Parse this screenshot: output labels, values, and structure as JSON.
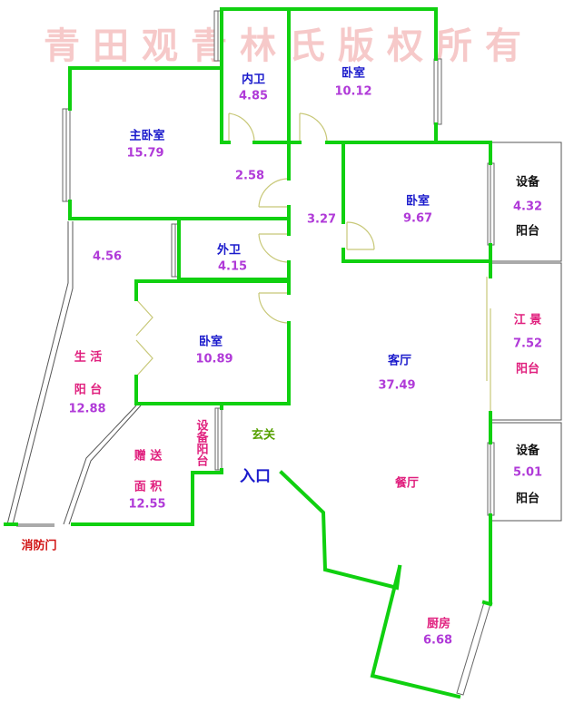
{
  "watermark": "青田观青林氏版权所有",
  "colors": {
    "wall": "#10d010",
    "name_blue": "#1a1acc",
    "area_purple": "#b03ad8",
    "pink": "#e0207e",
    "red": "#d01010",
    "green_text": "#55a000",
    "door": "#c8c878"
  },
  "rooms": {
    "inner_bath": {
      "name": "内卫",
      "area": "4.85"
    },
    "bedroom_ne": {
      "name": "卧室",
      "area": "10.12"
    },
    "master": {
      "name": "主卧室",
      "area": "15.79"
    },
    "corridor_a": {
      "area": "2.58"
    },
    "corridor_b": {
      "area": "3.27"
    },
    "bedroom_e": {
      "name": "卧室",
      "area": "9.67"
    },
    "equip_balcony_1": {
      "name": "设备",
      "area": "4.32",
      "suffix": "阳台"
    },
    "outer_bath": {
      "name": "外卫",
      "area": "4.15"
    },
    "area_456": {
      "area": "4.56"
    },
    "bedroom_c": {
      "name": "卧室",
      "area": "10.89"
    },
    "living_balcony": {
      "name": "生 活",
      "name2": "阳 台",
      "area": "12.88"
    },
    "living": {
      "name": "客厅",
      "area": "37.49"
    },
    "view_balcony": {
      "name": "江 景",
      "area": "7.52",
      "suffix": "阳台"
    },
    "foyer": {
      "name": "玄关"
    },
    "equip_balcony_vert": {
      "name": "设备阳台"
    },
    "bonus": {
      "name": "赠 送",
      "name2": "面 积",
      "area": "12.55"
    },
    "entrance": {
      "name": "入口"
    },
    "dining": {
      "name": "餐厅"
    },
    "equip_balcony_2": {
      "name": "设备",
      "area": "5.01",
      "suffix": "阳台"
    },
    "kitchen": {
      "name": "厨房",
      "area": "6.68"
    }
  },
  "fire_door": "消防门"
}
